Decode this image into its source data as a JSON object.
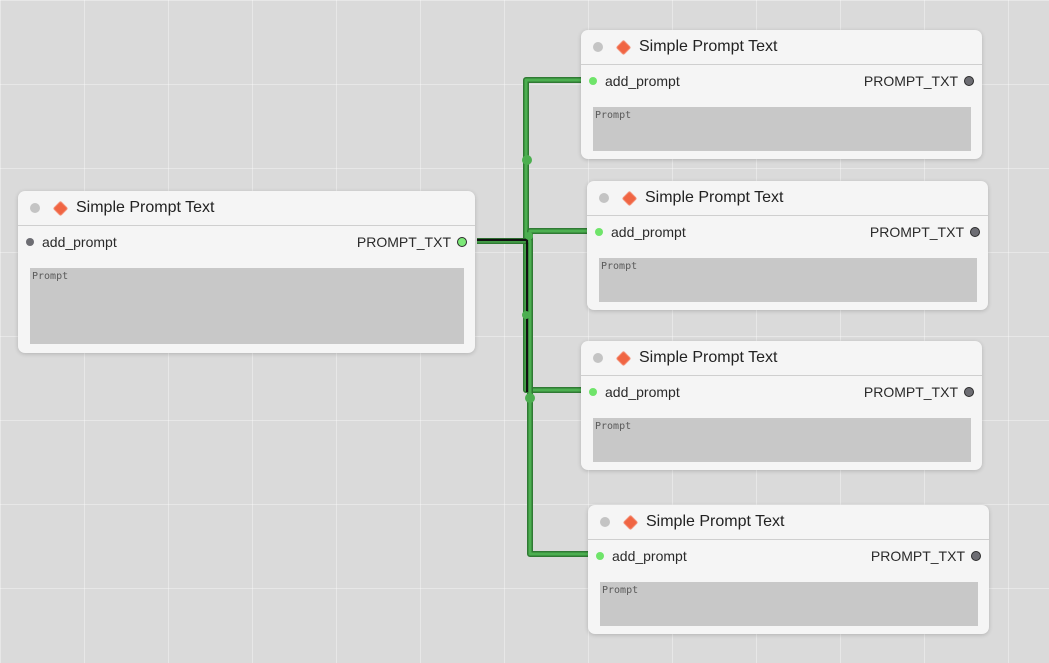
{
  "canvas": {
    "background_color": "#dadada",
    "wire_color": "#4caf50",
    "selected_wire_color": "#1a1a1a"
  },
  "nodes": [
    {
      "title": "Simple Prompt Text",
      "icon": "diamond-icon",
      "input_label": "add_prompt",
      "input_connected": false,
      "output_label": "PROMPT_TXT",
      "output_connected": true,
      "prompt_placeholder": "Prompt",
      "prompt_value": ""
    },
    {
      "title": "Simple Prompt Text",
      "icon": "diamond-icon",
      "input_label": "add_prompt",
      "input_connected": true,
      "output_label": "PROMPT_TXT",
      "output_connected": false,
      "prompt_placeholder": "Prompt",
      "prompt_value": ""
    },
    {
      "title": "Simple Prompt Text",
      "icon": "diamond-icon",
      "input_label": "add_prompt",
      "input_connected": true,
      "output_label": "PROMPT_TXT",
      "output_connected": false,
      "prompt_placeholder": "Prompt",
      "prompt_value": ""
    },
    {
      "title": "Simple Prompt Text",
      "icon": "diamond-icon",
      "input_label": "add_prompt",
      "input_connected": true,
      "output_label": "PROMPT_TXT",
      "output_connected": false,
      "prompt_placeholder": "Prompt",
      "prompt_value": ""
    },
    {
      "title": "Simple Prompt Text",
      "icon": "diamond-icon",
      "input_label": "add_prompt",
      "input_connected": true,
      "output_label": "PROMPT_TXT",
      "output_connected": false,
      "prompt_placeholder": "Prompt",
      "prompt_value": ""
    }
  ]
}
